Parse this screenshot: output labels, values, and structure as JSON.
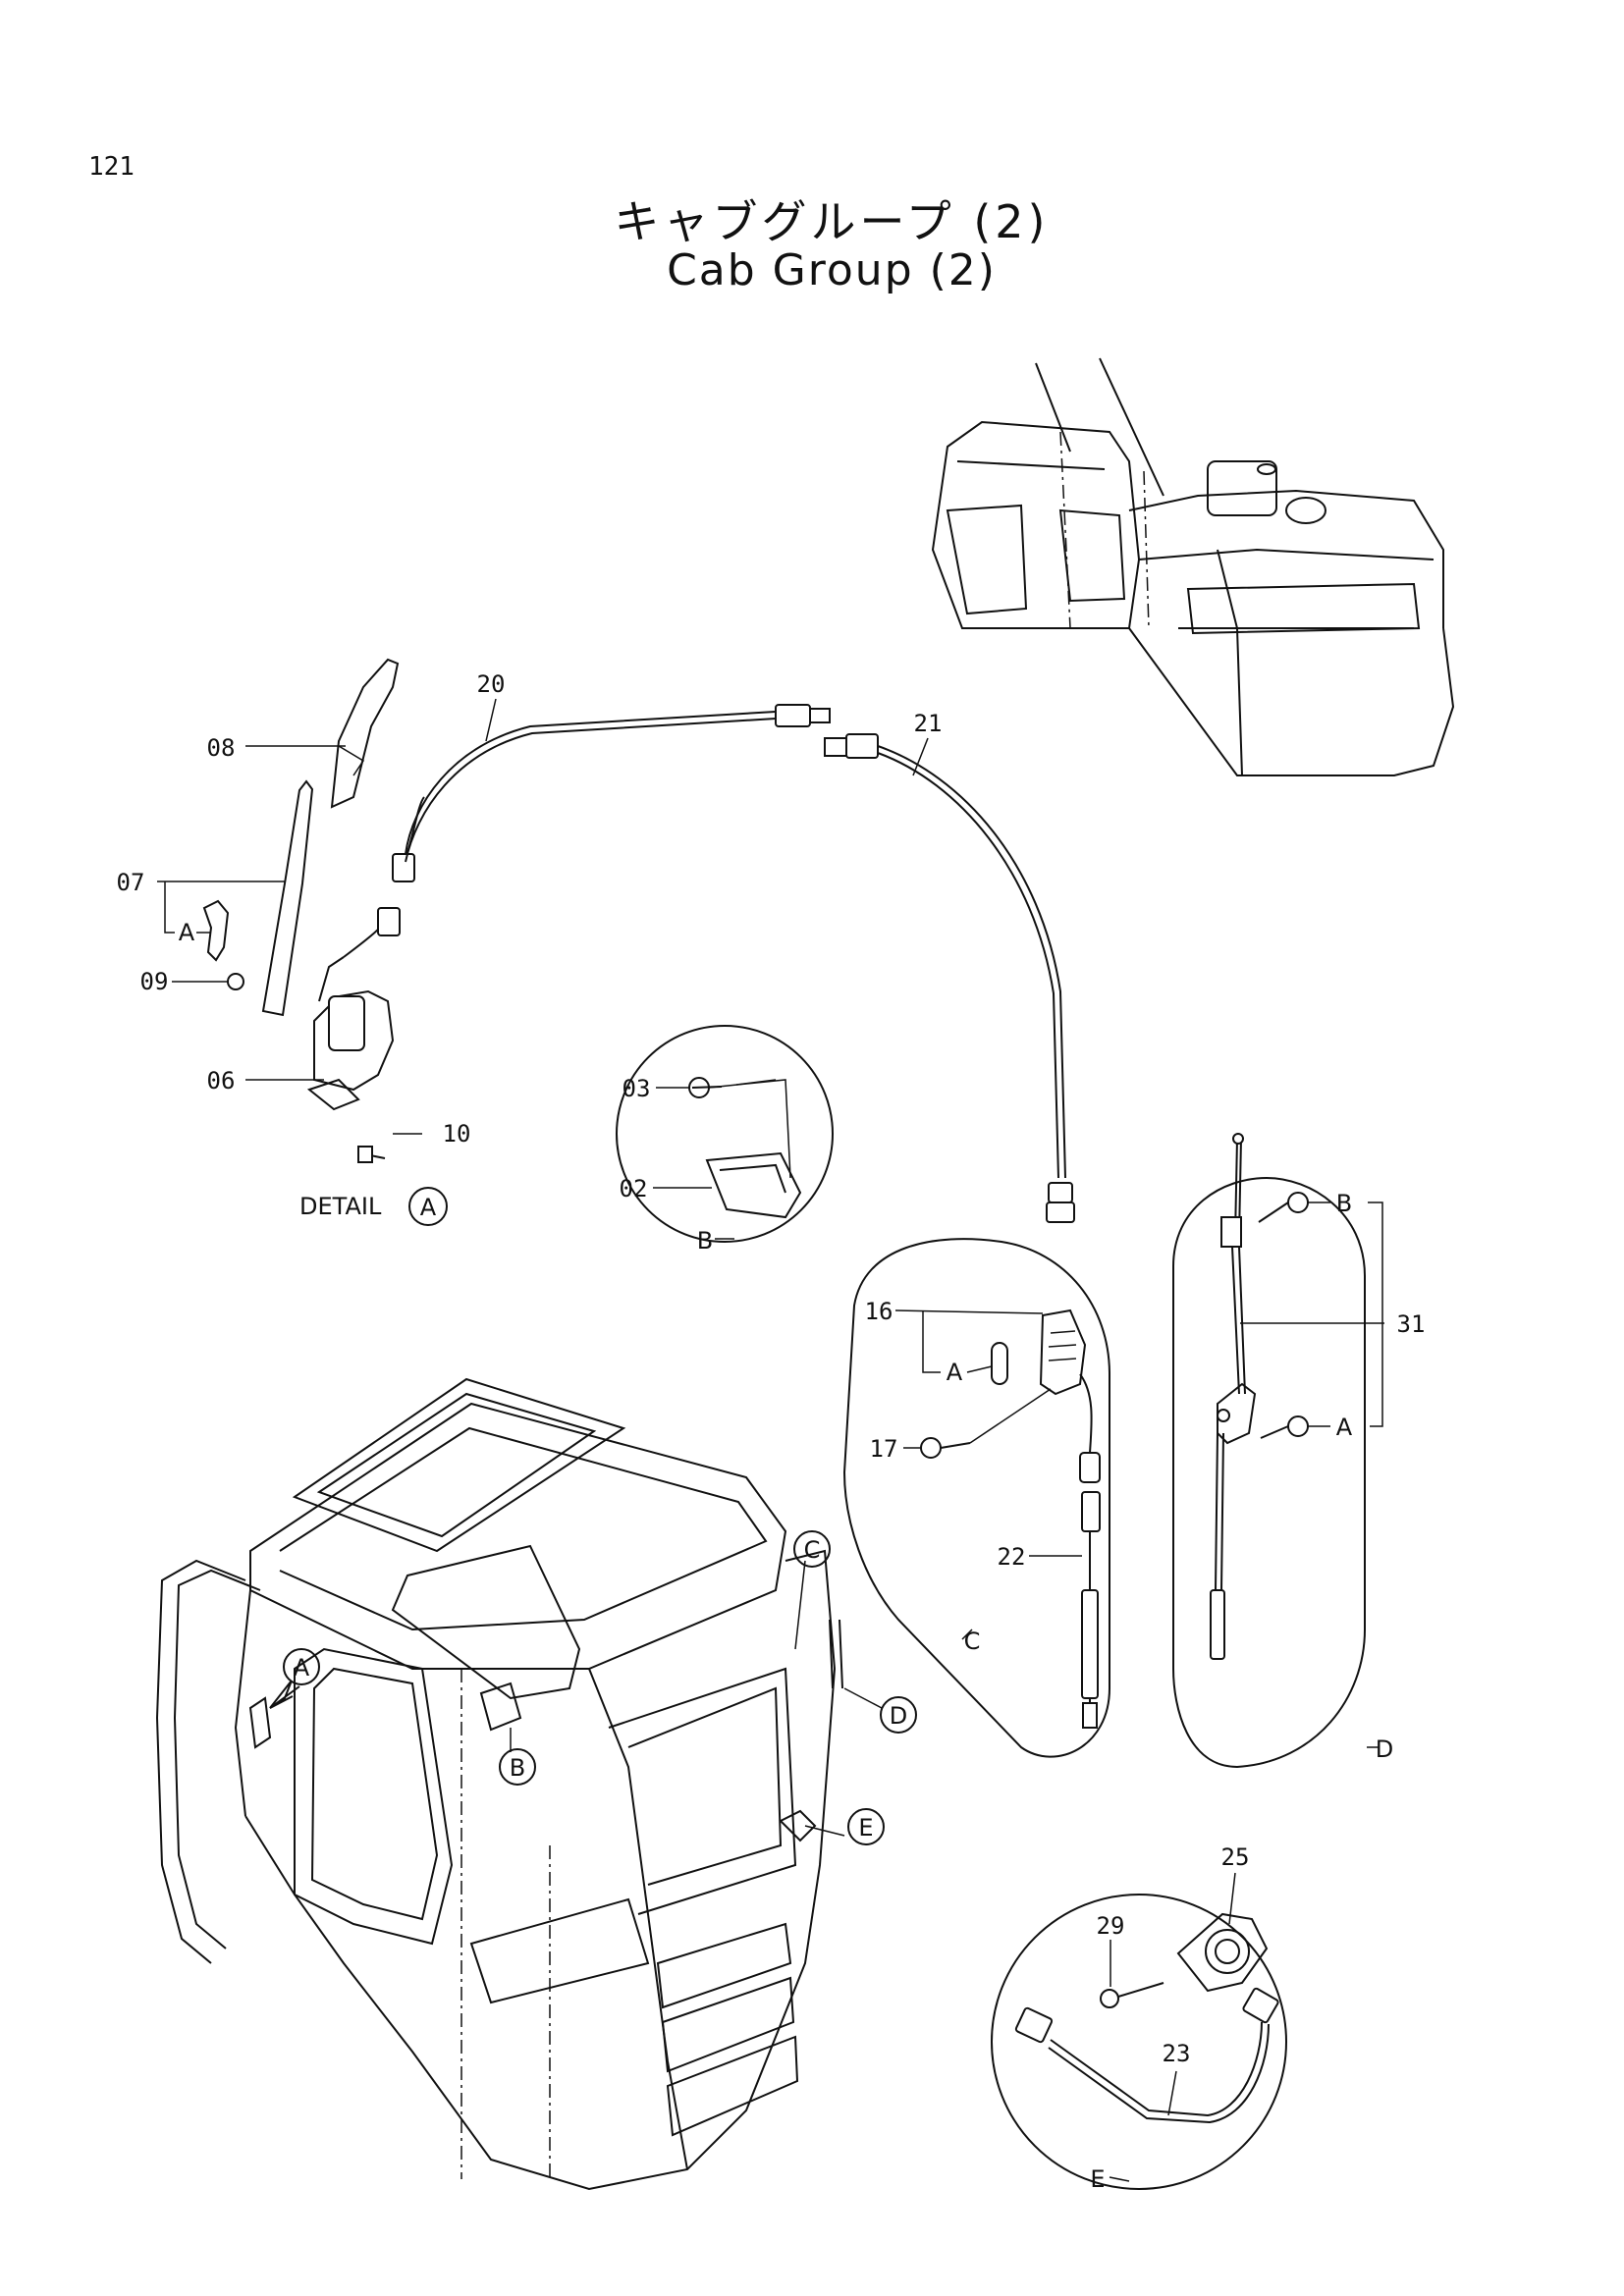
{
  "page": {
    "number": "121"
  },
  "title": {
    "japanese": "キャブグループ (2)",
    "english": "Cab Group (2)"
  },
  "detail_labels": {
    "detail_a_prefix": "DETAIL",
    "a": "A",
    "b": "B",
    "c": "C",
    "d": "D",
    "e": "E"
  },
  "part_numbers": {
    "p02": "02",
    "p03": "03",
    "p06": "06",
    "p07": "07",
    "p08": "08",
    "p09": "09",
    "p10": "10",
    "p16": "16",
    "p17": "17",
    "p20": "20",
    "p21": "21",
    "p22": "22",
    "p23": "23",
    "p25": "25",
    "p29": "29",
    "p31": "31"
  },
  "sub_labels": {
    "a": "A",
    "b": "B"
  }
}
